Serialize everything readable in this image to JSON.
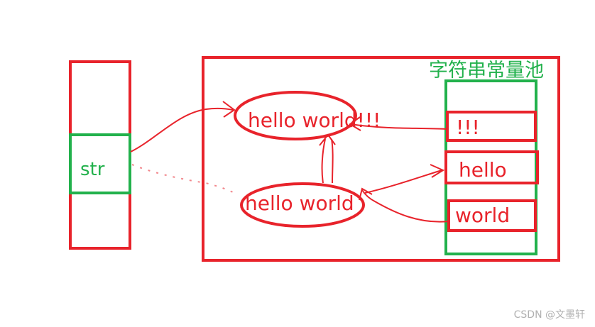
{
  "stack_variable": {
    "label": "str"
  },
  "heap": {
    "pool_title": "字符串常量池",
    "objects": [
      {
        "label": "hello world!!!"
      },
      {
        "label": "hello world"
      }
    ],
    "pool_entries": [
      {
        "label": "!!!"
      },
      {
        "label": "hello"
      },
      {
        "label": "world"
      }
    ]
  },
  "watermark": "CSDN @文墨轩",
  "colors": {
    "red": "#e8232b",
    "green": "#22b14c"
  }
}
